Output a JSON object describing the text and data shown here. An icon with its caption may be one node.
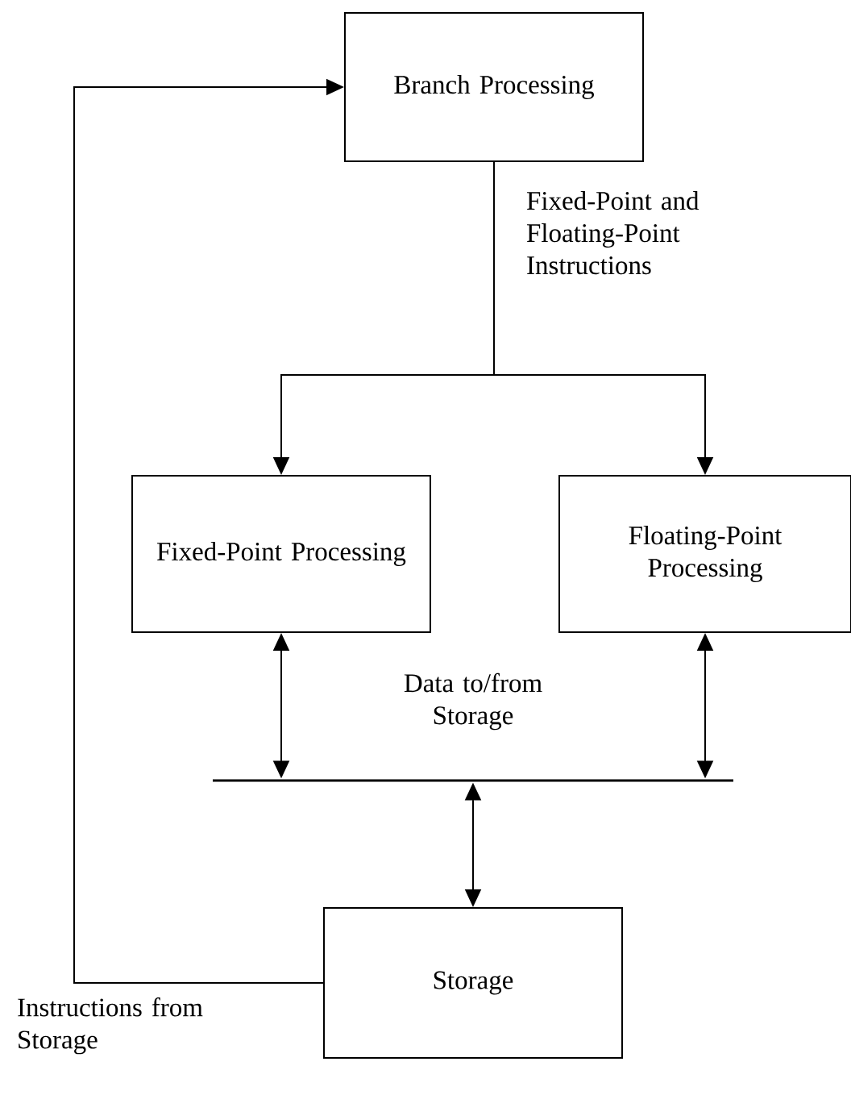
{
  "diagram": {
    "nodes": [
      {
        "text": [
          "Branch Processing"
        ]
      },
      {
        "text": [
          "Fixed-Point Processing"
        ]
      },
      {
        "text": [
          "Floating-Point Processing"
        ]
      },
      {
        "text": [
          "Storage"
        ]
      },
      {
        "text": [],
        "shape": "bar"
      }
    ],
    "edges": [
      {
        "from": 0,
        "to": 1,
        "arrow": "to",
        "label": "Fixed-Point and Floating-Point Instructions"
      },
      {
        "from": 0,
        "to": 2,
        "arrow": "to"
      },
      {
        "from": 1,
        "to": 4,
        "arrow": "both"
      },
      {
        "from": 2,
        "to": 4,
        "arrow": "both"
      },
      {
        "from": 3,
        "to": 4,
        "arrow": "both"
      },
      {
        "from": 3,
        "to": 0,
        "arrow": "to",
        "label": "Instructions from Storage"
      }
    ],
    "labels": [
      "Data to/from Storage"
    ]
  }
}
